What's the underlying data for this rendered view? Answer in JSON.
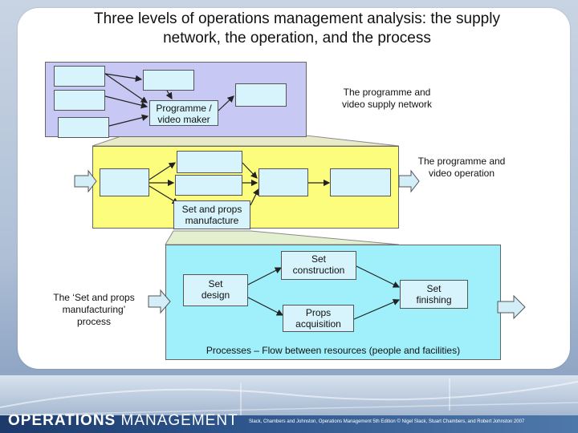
{
  "title_line1": "Three levels of operations management analysis: the supply",
  "title_line2": "network, the operation, and the process",
  "network": {
    "maker_line1": "Programme /",
    "maker_line2": "video maker",
    "label_line1": "The programme and",
    "label_line2": "video supply network"
  },
  "operation": {
    "label_line1": "The programme and",
    "label_line2": "video operation",
    "highlight_line1": "Set and props",
    "highlight_line2": "manufacture"
  },
  "process": {
    "side_line1": "The ‘Set and props",
    "side_line2": "manufacturing’",
    "side_line3": "process",
    "set_design_line1": "Set",
    "set_design_line2": "design",
    "set_construction_line1": "Set",
    "set_construction_line2": "construction",
    "props_acq_line1": "Props",
    "props_acq_line2": "acquisition",
    "set_finishing_line1": "Set",
    "set_finishing_line2": "finishing",
    "caption": "Processes – Flow between resources (people and facilities)"
  },
  "footer": {
    "brand_bold": "OPERATIONS",
    "brand_light": "MANAGEMENT",
    "credit": "Slack, Chambers and Johnston, Operations Management 5th Edition © Nigel Slack, Stuart Chambers, and Robert Johnston 2007"
  },
  "colors": {
    "network_panel": "#c7c8f3",
    "operation_panel": "#fdfd7d",
    "process_panel": "#9ff0fb",
    "box_fill": "#d7f3fb",
    "arrow_fill": "#d3eef8"
  }
}
